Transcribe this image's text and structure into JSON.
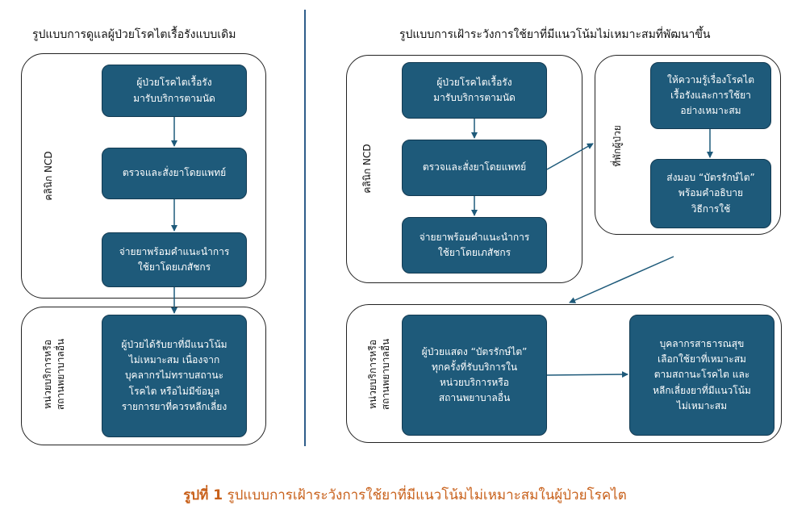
{
  "left": {
    "heading": "รูปแบบการดูแลผู้ป่วยโรคไตเรื้อรังแบบเดิม",
    "clinic_label": "คลินิก NCD",
    "unit_label": "หน่วยบริการหรือ\nสถานพยาบาลอื่น",
    "steps": [
      "ผู้ป่วยโรคไตเรื้อรัง\nมารับบริการตามนัด",
      "ตรวจและสั่งยาโดยแพทย์",
      "จ่ายยาพร้อมคำแนะนำการ\nใช้ยาโดยเภสัชกร",
      "ผู้ป่วยได้รับยาที่มีแนวโน้ม\nไม่เหมาะสม เนื่องจาก\nบุคลากรไม่ทราบสถานะ\nโรคไต หรือไม่มีข้อมูล\nรายการยาที่ควรหลีกเลี่ยง"
    ]
  },
  "right": {
    "heading": "รูปแบบการเฝ้าระวังการใช้ยาที่มีแนวโน้มไม่เหมาะสมที่พัฒนาขึ้น",
    "clinic_label": "คลินิก NCD",
    "home_label": "ที่พักผู้ป่วย",
    "unit_label": "หน่วยบริการหรือ\nสถานพยาบาลอื่น",
    "clinic_steps": [
      "ผู้ป่วยโรคไตเรื้อรัง\nมารับบริการตามนัด",
      "ตรวจและสั่งยาโดยแพทย์",
      "จ่ายยาพร้อมคำแนะนำการ\nใช้ยาโดยเภสัชกร"
    ],
    "home_steps": [
      "ให้ความรู้เรื่องโรคไต\nเรื้อรังและการใช้ยา\nอย่างเหมาะสม",
      "ส่งมอบ “บัตรรักษ์ไต”\nพร้อมคำอธิบาย\nวิธีการใช้"
    ],
    "unit_steps": [
      "ผู้ป่วยแสดง “บัตรรักษ์ไต”\nทุกครั้งที่รับบริการใน\nหน่วยบริการหรือ\nสถานพยาบาลอื่น",
      "บุคลากรสาธารณสุข\nเลือกใช้ยาที่เหมาะสม\nตามสถานะโรคไต และ\nหลีกเลี่ยงยาที่มีแนวโน้ม\nไม่เหมาะสม"
    ]
  },
  "caption": {
    "number": "รูปที่ 1",
    "text": "รูปแบบการเฝ้าระวังการใช้ยาที่มีแนวโน้มไม่เหมาะสมในผู้ป่วยโรคไต"
  },
  "colors": {
    "node_fill": "#1e5a7a",
    "node_text": "#ffffff",
    "divider": "#2f5d8a",
    "caption": "#c8601a"
  }
}
